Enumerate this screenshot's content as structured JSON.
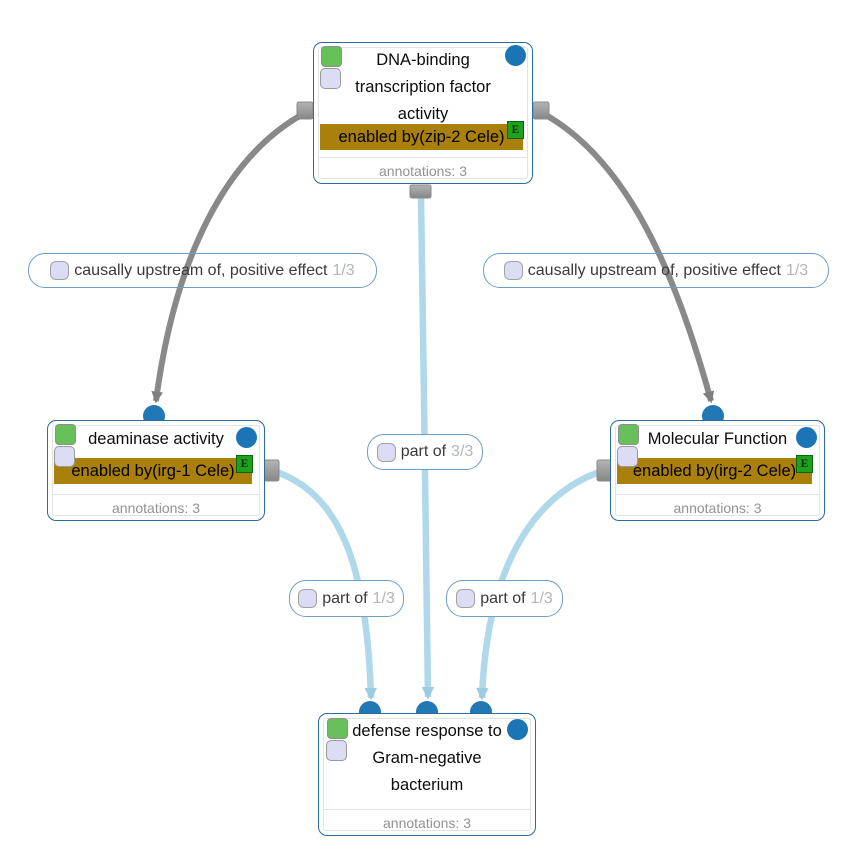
{
  "graph": {
    "nodes": {
      "top": {
        "lines": [
          "DNA-binding",
          "transcription factor",
          "activity"
        ],
        "enabled_by": "enabled by(zip-2 Cele)",
        "evidence_code": "E",
        "annotations": "annotations: 3"
      },
      "left": {
        "lines": [
          "deaminase activity"
        ],
        "enabled_by": "enabled by(irg-1 Cele)",
        "evidence_code": "E",
        "annotations": "annotations: 3"
      },
      "right": {
        "lines": [
          "Molecular Function"
        ],
        "enabled_by": "enabled by(irg-2 Cele)",
        "evidence_code": "E",
        "annotations": "annotations: 3"
      },
      "bottom": {
        "lines": [
          "defense response to",
          "Gram-negative",
          "bacterium"
        ],
        "annotations": "annotations: 3"
      }
    },
    "edges": {
      "causal_left": {
        "label": "causally upstream of, positive effect",
        "count": "1/3"
      },
      "causal_right": {
        "label": "causally upstream of, positive effect",
        "count": "1/3"
      },
      "part_of_mid": {
        "label": "part of",
        "count": "3/3"
      },
      "part_of_left": {
        "label": "part of",
        "count": "1/3"
      },
      "part_of_right": {
        "label": "part of",
        "count": "1/3"
      }
    },
    "colors": {
      "node_border": "#2b6b9b",
      "enabled_by_bar": "#a9800b",
      "evidence_badge_green": "#1ca21c",
      "node_badge_green": "#68c05a",
      "node_badge_lavender": "#dcdcf5",
      "connector_circle_blue": "#1b75b5",
      "causal_edge_gray": "#898989",
      "part_of_edge_blue": "#afd8eb",
      "port_gray": "#9b9b9b",
      "annotations_text": "#929292",
      "label_border_blue": "#6f9dc6"
    }
  }
}
